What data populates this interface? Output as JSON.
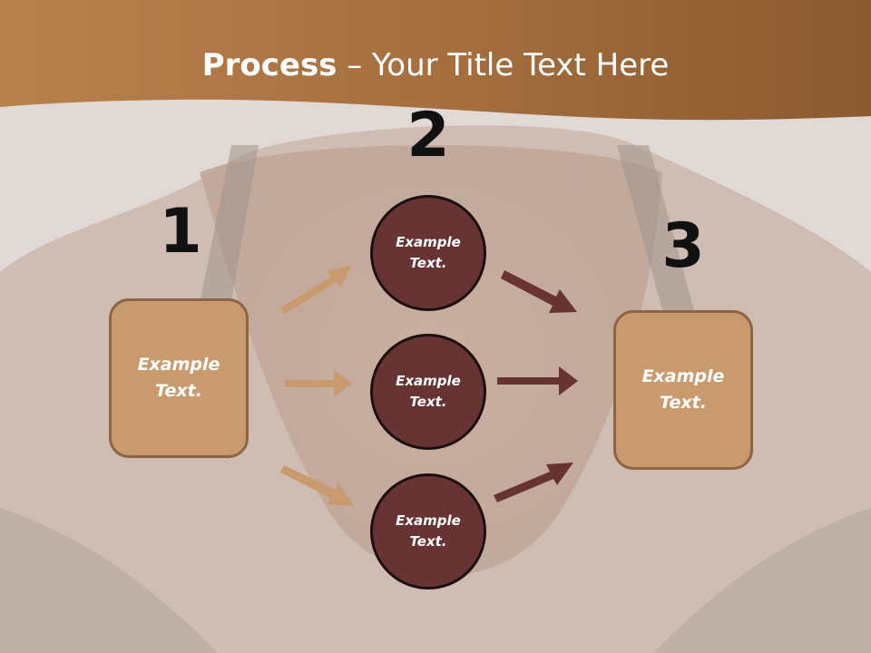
{
  "title": {
    "bold": "Process",
    "rest": " – Your Title Text Here"
  },
  "steps": [
    {
      "number": "1",
      "boxes": [
        "Example Text."
      ]
    },
    {
      "number": "2",
      "circles": [
        "Example Text.",
        "Example Text.",
        "Example Text."
      ]
    },
    {
      "number": "3",
      "boxes": [
        "Example Text."
      ]
    }
  ],
  "colors": {
    "header": "#a5703f",
    "box_fill": "#c99a6d",
    "circle_fill": "#673333",
    "arrow_light": "#c99a6d",
    "arrow_dark": "#673333"
  }
}
